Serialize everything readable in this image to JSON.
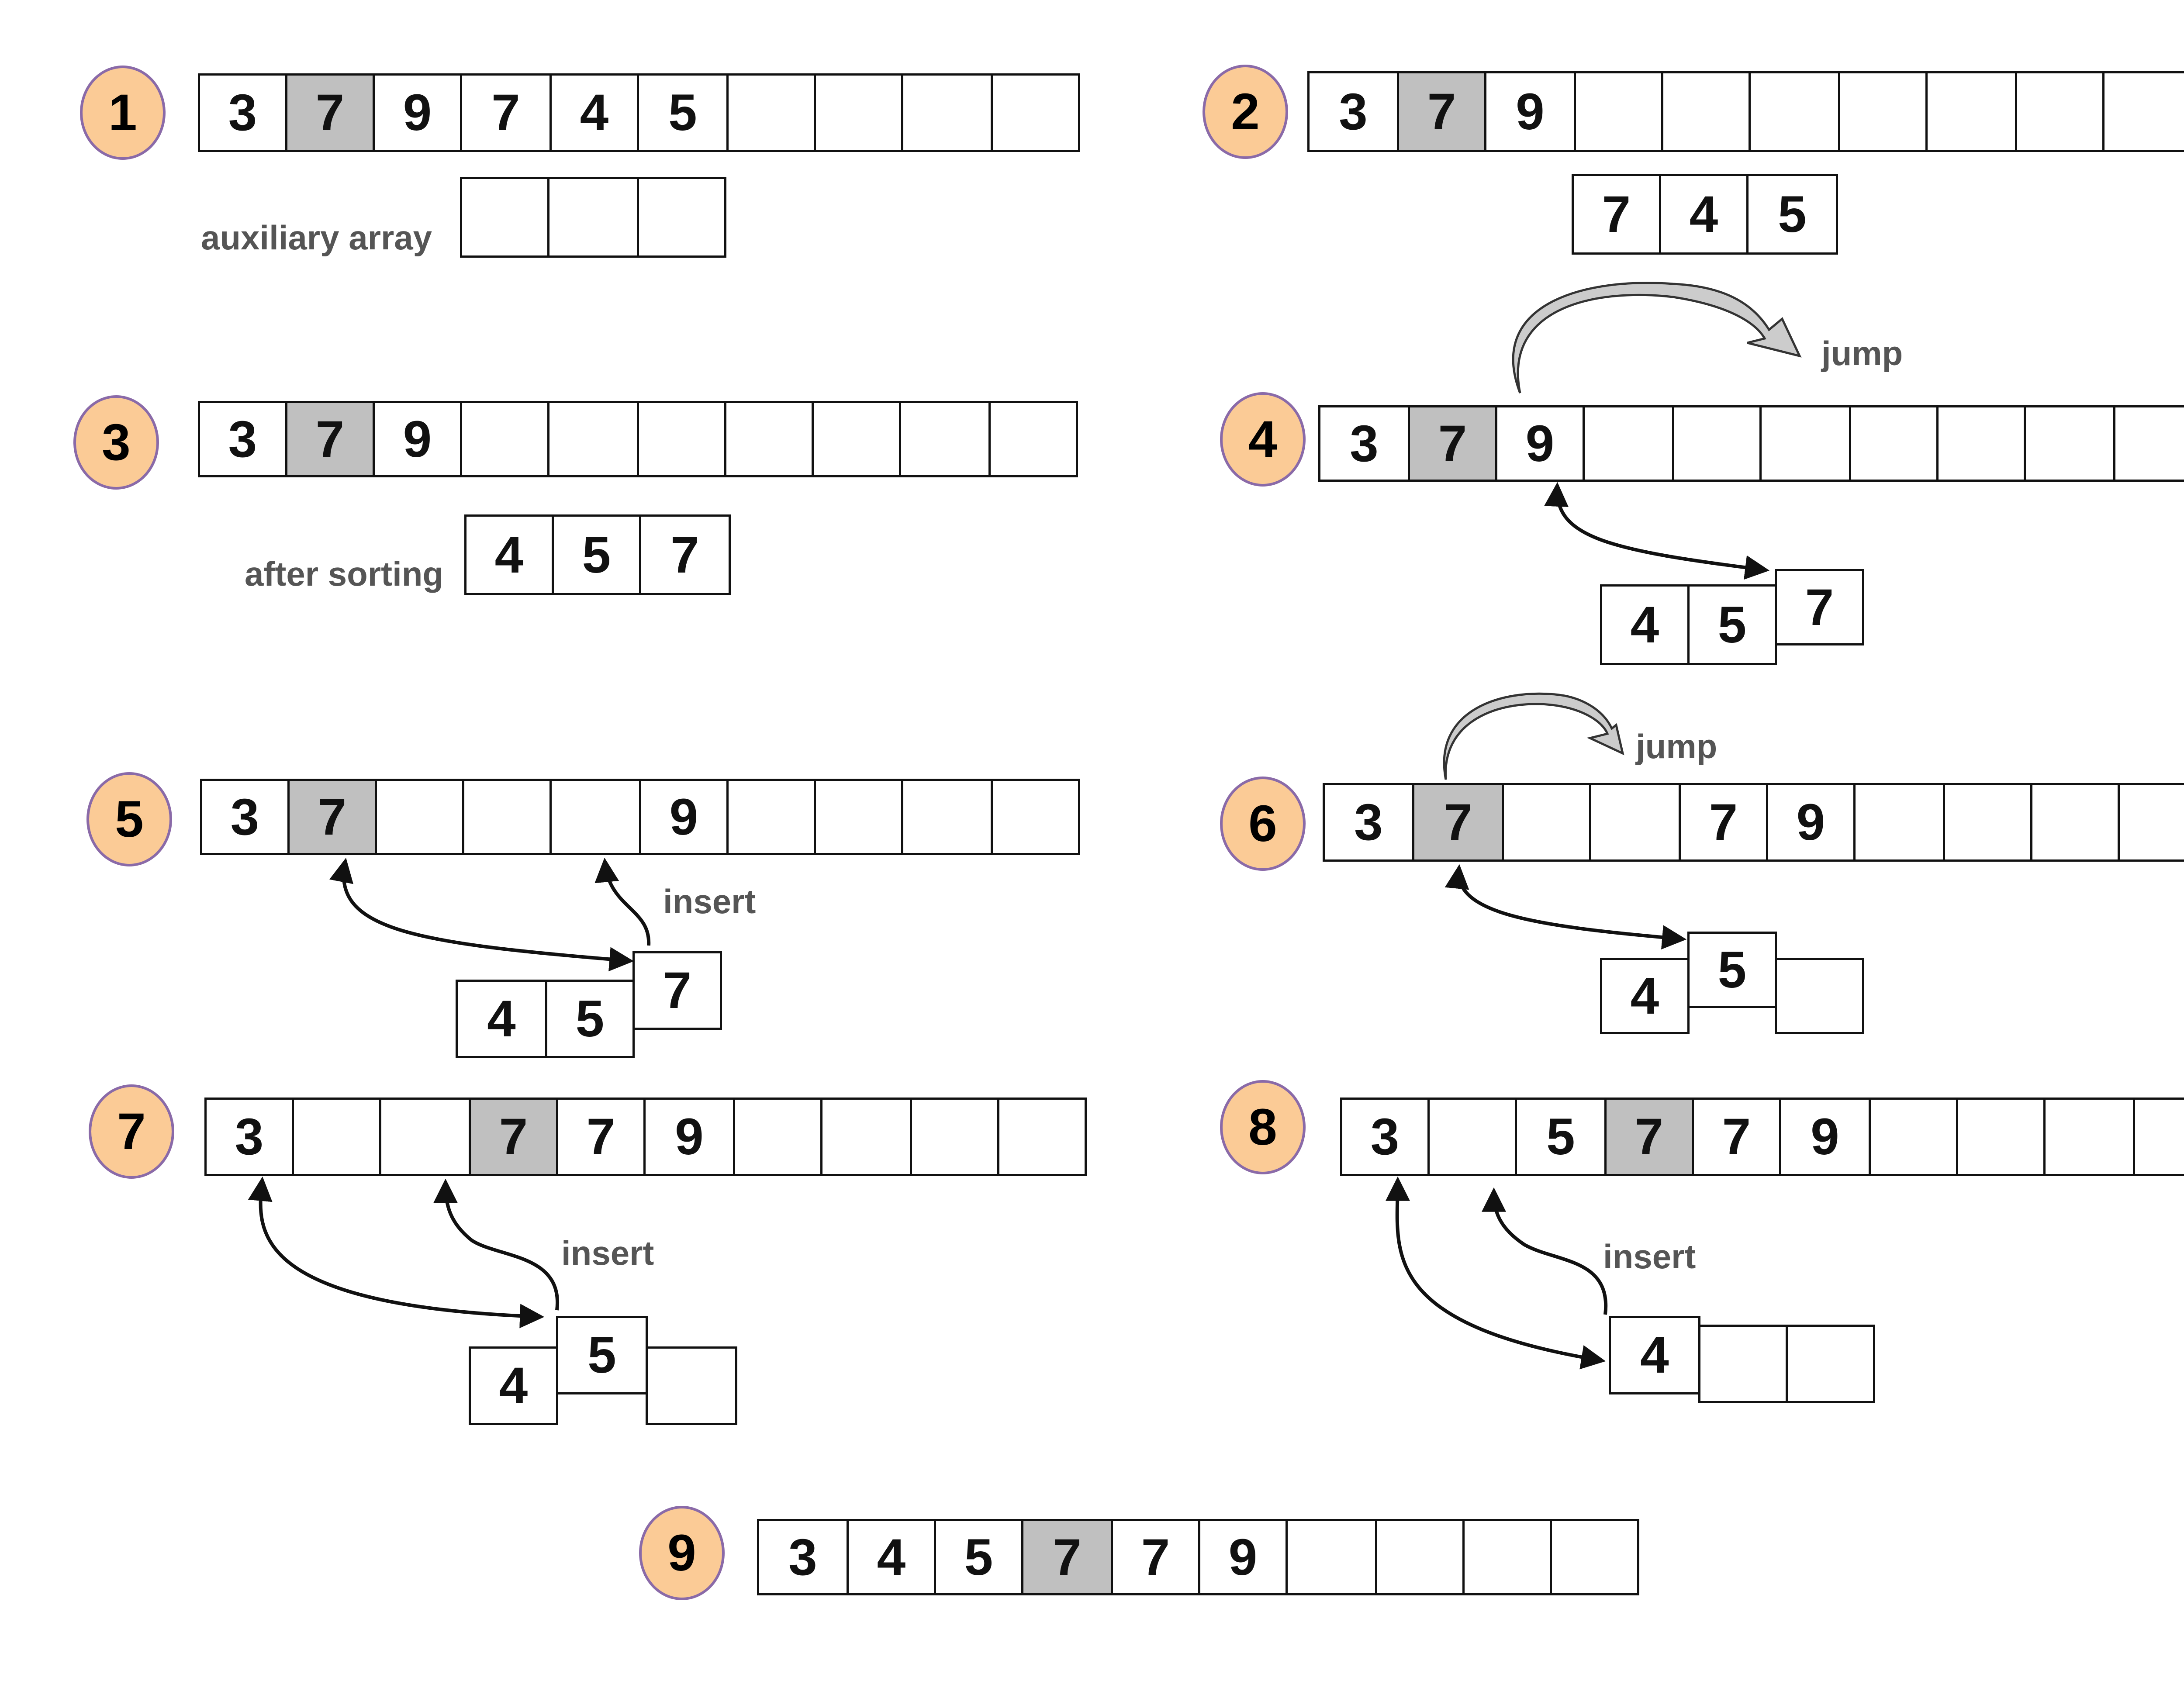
{
  "colors": {
    "highlight": "#c0c0c0",
    "badge_fill": "#fbcb96",
    "badge_border": "#8a6aa8",
    "label": "#555555"
  },
  "labels": {
    "auxiliary_array": "auxiliary array",
    "after_sorting": "after sorting",
    "jump": "jump",
    "insert": "insert"
  },
  "steps": [
    {
      "number": "1",
      "main": [
        "3",
        "7",
        "9",
        "7",
        "4",
        "5",
        "",
        "",
        "",
        ""
      ],
      "aux": [
        "",
        "",
        ""
      ]
    },
    {
      "number": "2",
      "main": [
        "3",
        "7",
        "9",
        "",
        "",
        "",
        "",
        "",
        "",
        ""
      ],
      "aux": [
        "7",
        "4",
        "5"
      ]
    },
    {
      "number": "3",
      "main": [
        "3",
        "7",
        "9",
        "",
        "",
        "",
        "",
        "",
        "",
        ""
      ],
      "aux": [
        "4",
        "5",
        "7"
      ]
    },
    {
      "number": "4",
      "main": [
        "3",
        "7",
        "9",
        "",
        "",
        "",
        "",
        "",
        "",
        ""
      ],
      "aux": [
        "4",
        "5",
        "7"
      ]
    },
    {
      "number": "5",
      "main": [
        "3",
        "7",
        "",
        "",
        "",
        "9",
        "",
        "",
        "",
        ""
      ],
      "aux": [
        "4",
        "5",
        "7"
      ]
    },
    {
      "number": "6",
      "main": [
        "3",
        "7",
        "",
        "",
        "7",
        "9",
        "",
        "",
        "",
        ""
      ],
      "aux": [
        "4",
        "5",
        ""
      ]
    },
    {
      "number": "7",
      "main": [
        "3",
        "",
        "",
        "7",
        "7",
        "9",
        "",
        "",
        "",
        ""
      ],
      "aux": [
        "4",
        "5",
        ""
      ]
    },
    {
      "number": "8",
      "main": [
        "3",
        "",
        "5",
        "7",
        "7",
        "9",
        "",
        "",
        "",
        ""
      ],
      "aux": [
        "4",
        "",
        ""
      ]
    },
    {
      "number": "9",
      "main": [
        "3",
        "4",
        "5",
        "7",
        "7",
        "9",
        "",
        "",
        "",
        ""
      ]
    }
  ]
}
